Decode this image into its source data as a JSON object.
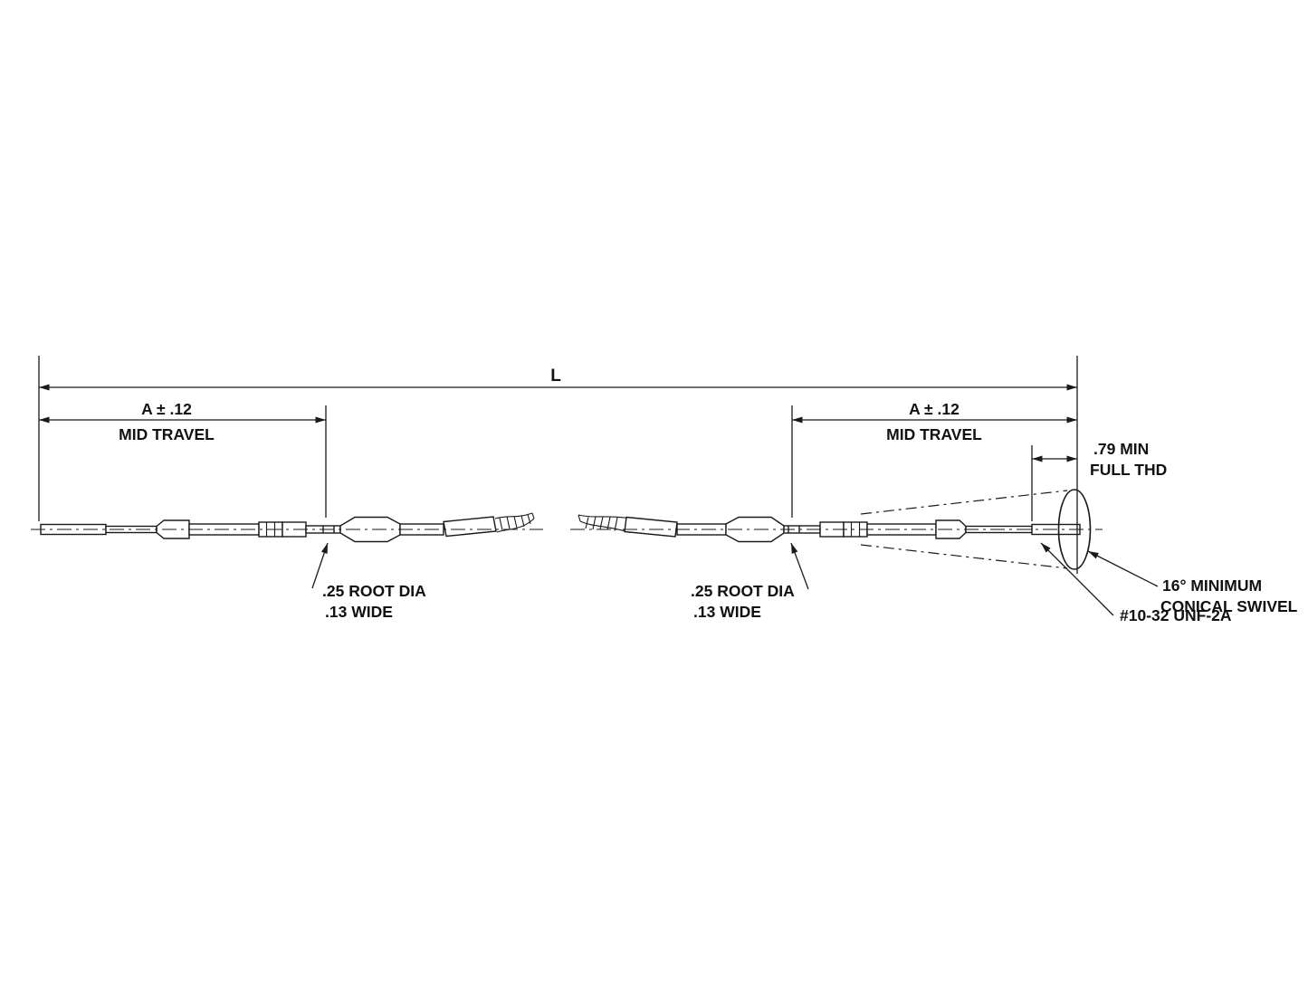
{
  "colors": {
    "ink": "#1a1a1a",
    "background": "#ffffff"
  },
  "labels": {
    "overall_length": "L",
    "left_travel": {
      "value": "A ± .12",
      "caption": "MID TRAVEL"
    },
    "right_travel": {
      "value": "A ± .12",
      "caption": "MID TRAVEL"
    },
    "min_full_thread": {
      "value": ".79 MIN",
      "caption": "FULL THD"
    },
    "left_groove": {
      "value": ".25 ROOT DIA",
      "caption": ".13 WIDE"
    },
    "right_groove": {
      "value": ".25 ROOT DIA",
      "caption": ".13 WIDE"
    },
    "thread_spec": "#10-32 UNF-2A",
    "conical_swivel": {
      "value": "16° MINIMUM",
      "caption": "CONICAL SWIVEL"
    }
  }
}
